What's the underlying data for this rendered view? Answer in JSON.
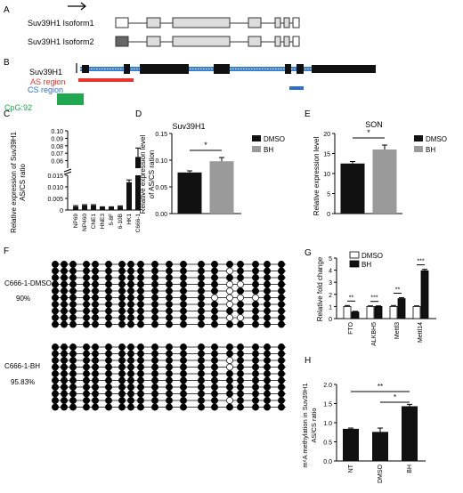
{
  "panels": {
    "A": {
      "letter": "A",
      "isoform1_label": "Suv39H1 Isoform1",
      "isoform2_label": "Suv39H1 Isoform2"
    },
    "B": {
      "letter": "B",
      "gene_label": "Suv39H1",
      "as_region_label": "AS region",
      "cs_region_label": "CS region",
      "cpg_label": "CpG:92",
      "colors": {
        "as": "#e8342c",
        "cs": "#2f6ec7",
        "cpg": "#1fa84f"
      }
    },
    "C": {
      "letter": "C",
      "ylabel_line1": "Relative expression of Suv39H1",
      "ylabel_line2": "AS/CS ratio",
      "chart_data": {
        "type": "bar",
        "categories": [
          "NP69",
          "NP460",
          "CNE1",
          "HNE3",
          "5-8F",
          "6-10B",
          "HK1",
          "C666-1"
        ],
        "values": [
          0.0015,
          0.002,
          0.002,
          0.0012,
          0.0012,
          0.0015,
          0.012,
          0.065
        ],
        "errors": [
          0.0004,
          0.0003,
          0.0003,
          0.0002,
          0.0002,
          0.0003,
          0.001,
          0.012
        ],
        "axis_break": true,
        "lower_ticks": [
          "0",
          "0.005",
          "0.010",
          "0.015"
        ],
        "upper_ticks": [
          "0.06",
          "0.07",
          "0.08",
          "0.09",
          "0.10"
        ],
        "ylim_lower": [
          0,
          0.015
        ],
        "ylim_upper": [
          0.05,
          0.1
        ]
      }
    },
    "D": {
      "letter": "D",
      "title": "Suv39H1",
      "ylabel_line1": "Relative expression level",
      "ylabel_line2": "of AS/CS ration",
      "significance": "*",
      "legend": [
        "DMSO",
        "BH"
      ],
      "chart_data": {
        "type": "bar",
        "categories": [
          "DMSO",
          "BH"
        ],
        "values": [
          0.077,
          0.098
        ],
        "errors": [
          0.003,
          0.007
        ],
        "ylim": [
          0,
          0.15
        ],
        "yticks": [
          "0.00",
          "0.05",
          "0.10",
          "0.15"
        ],
        "colors": [
          "#111111",
          "#9a9a9a"
        ]
      }
    },
    "E": {
      "letter": "E",
      "title": "SON",
      "ylabel": "Relative expression level",
      "significance": "*",
      "legend": [
        "DMSO",
        "BH"
      ],
      "chart_data": {
        "type": "bar",
        "categories": [
          "DMSO",
          "BH"
        ],
        "values": [
          12.5,
          16.0
        ],
        "errors": [
          0.5,
          1.1
        ],
        "ylim": [
          0,
          20
        ],
        "yticks": [
          "0",
          "5",
          "10",
          "15",
          "20"
        ],
        "colors": [
          "#111111",
          "#9a9a9a"
        ]
      }
    },
    "F": {
      "letter": "F",
      "group1_label": "C666-1-DMSO",
      "group1_pct": "90%",
      "group2_label": "C666-1-BH",
      "group2_pct": "95.83%"
    },
    "G": {
      "letter": "G",
      "ylabel": "Relative fold change",
      "legend": [
        "DMSO",
        "BH"
      ],
      "significance": [
        "**",
        "***",
        "**",
        "***"
      ],
      "chart_data": {
        "type": "bar",
        "categories": [
          "FTO",
          "ALKBH5",
          "Mettl3",
          "Mettl14"
        ],
        "series": [
          {
            "name": "DMSO",
            "values": [
              1.0,
              1.0,
              1.0,
              1.0
            ],
            "errors": [
              0.08,
              0.05,
              0.08,
              0.05
            ]
          },
          {
            "name": "BH",
            "values": [
              0.55,
              1.0,
              1.65,
              3.95
            ],
            "errors": [
              0.05,
              0.05,
              0.08,
              0.12
            ]
          }
        ],
        "ylim": [
          0,
          5
        ],
        "yticks": [
          "0",
          "1",
          "2",
          "3",
          "4",
          "5"
        ]
      }
    },
    "H": {
      "letter": "H",
      "ylabel_line1": "m⁶A methylation in Suv39H1",
      "ylabel_line2": "AS/CS ratio",
      "significance": [
        "**",
        "*"
      ],
      "chart_data": {
        "type": "bar",
        "categories": [
          "NT",
          "DMSO",
          "BH"
        ],
        "values": [
          0.84,
          0.76,
          1.43
        ],
        "errors": [
          0.02,
          0.1,
          0.05
        ],
        "ylim": [
          0,
          2.0
        ],
        "yticks": [
          "0.0",
          "0.5",
          "1.0",
          "1.5",
          "2.0"
        ]
      }
    }
  }
}
